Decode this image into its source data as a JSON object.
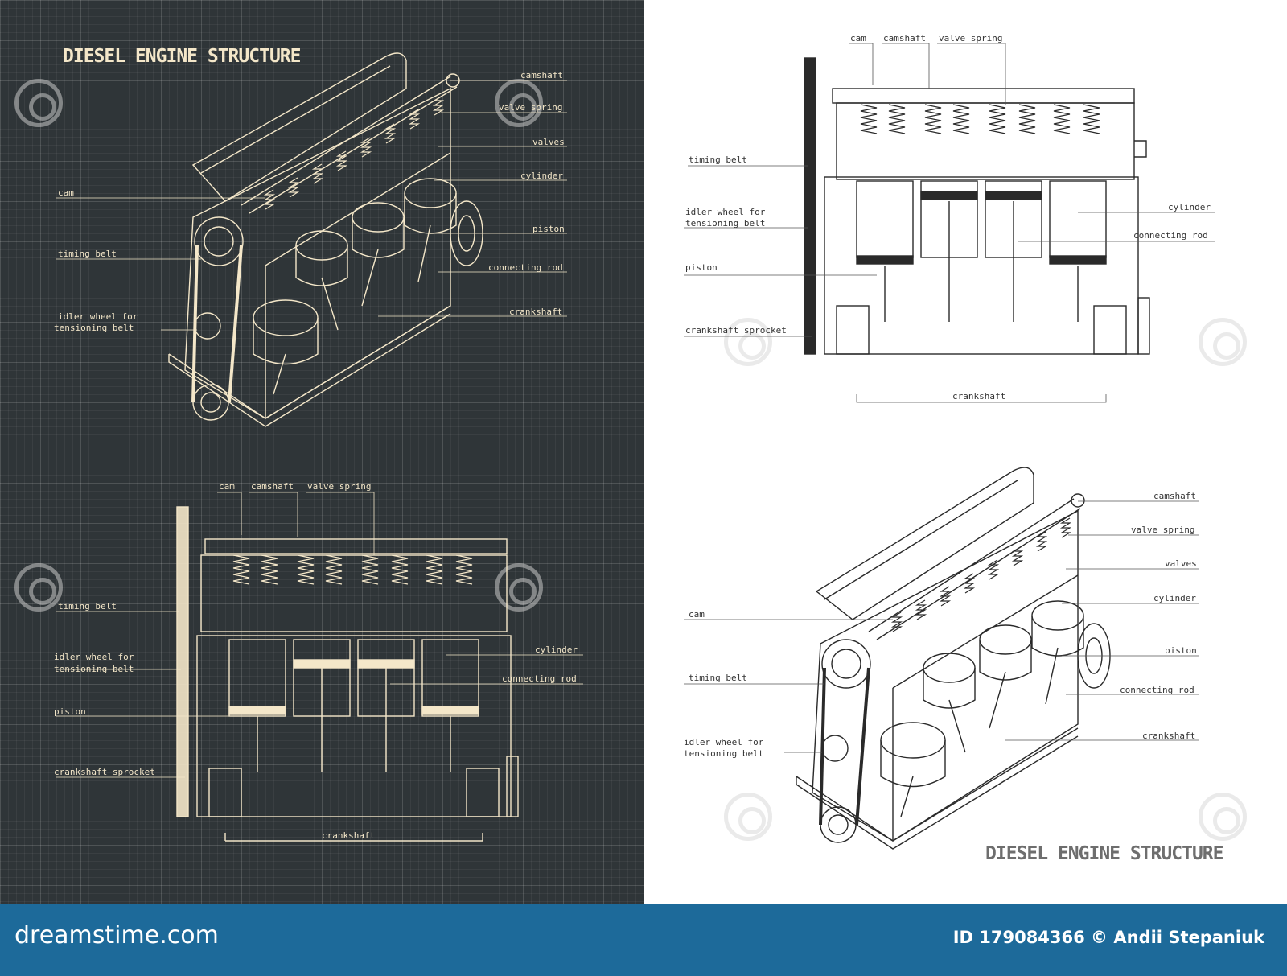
{
  "title": "DIESEL ENGINE STRUCTURE",
  "labels": {
    "camshaft": "camshaft",
    "valve_spring": "valve spring",
    "valves": "valves",
    "cylinder": "cylinder",
    "piston": "piston",
    "connecting_rod": "connecting rod",
    "crankshaft": "crankshaft",
    "cam": "cam",
    "timing_belt": "timing belt",
    "idler_line1": "idler wheel for",
    "idler_line2": "tensioning belt",
    "crankshaft_sprocket": "crankshaft sprocket"
  },
  "watermark": "dreamstime",
  "footer": {
    "brand": "dreamstime.com",
    "credit": "ID 179084366 © Andii Stepaniuk"
  },
  "colors": {
    "dark_background": "#2f3538",
    "drawing_cream": "#f4e7c9",
    "footer_blue": "#1d6a9a"
  }
}
